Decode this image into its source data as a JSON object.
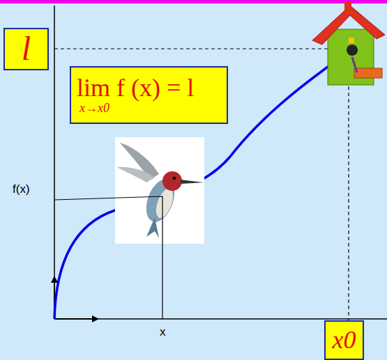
{
  "diagram": {
    "nodes": [
      {
        "text": [
          "l"
        ]
      },
      {
        "text": [
          "lim f (x) = l",
          "x→x0"
        ]
      },
      {
        "text": [
          "x0"
        ]
      }
    ],
    "labels": [
      "f(x)",
      "x"
    ]
  }
}
